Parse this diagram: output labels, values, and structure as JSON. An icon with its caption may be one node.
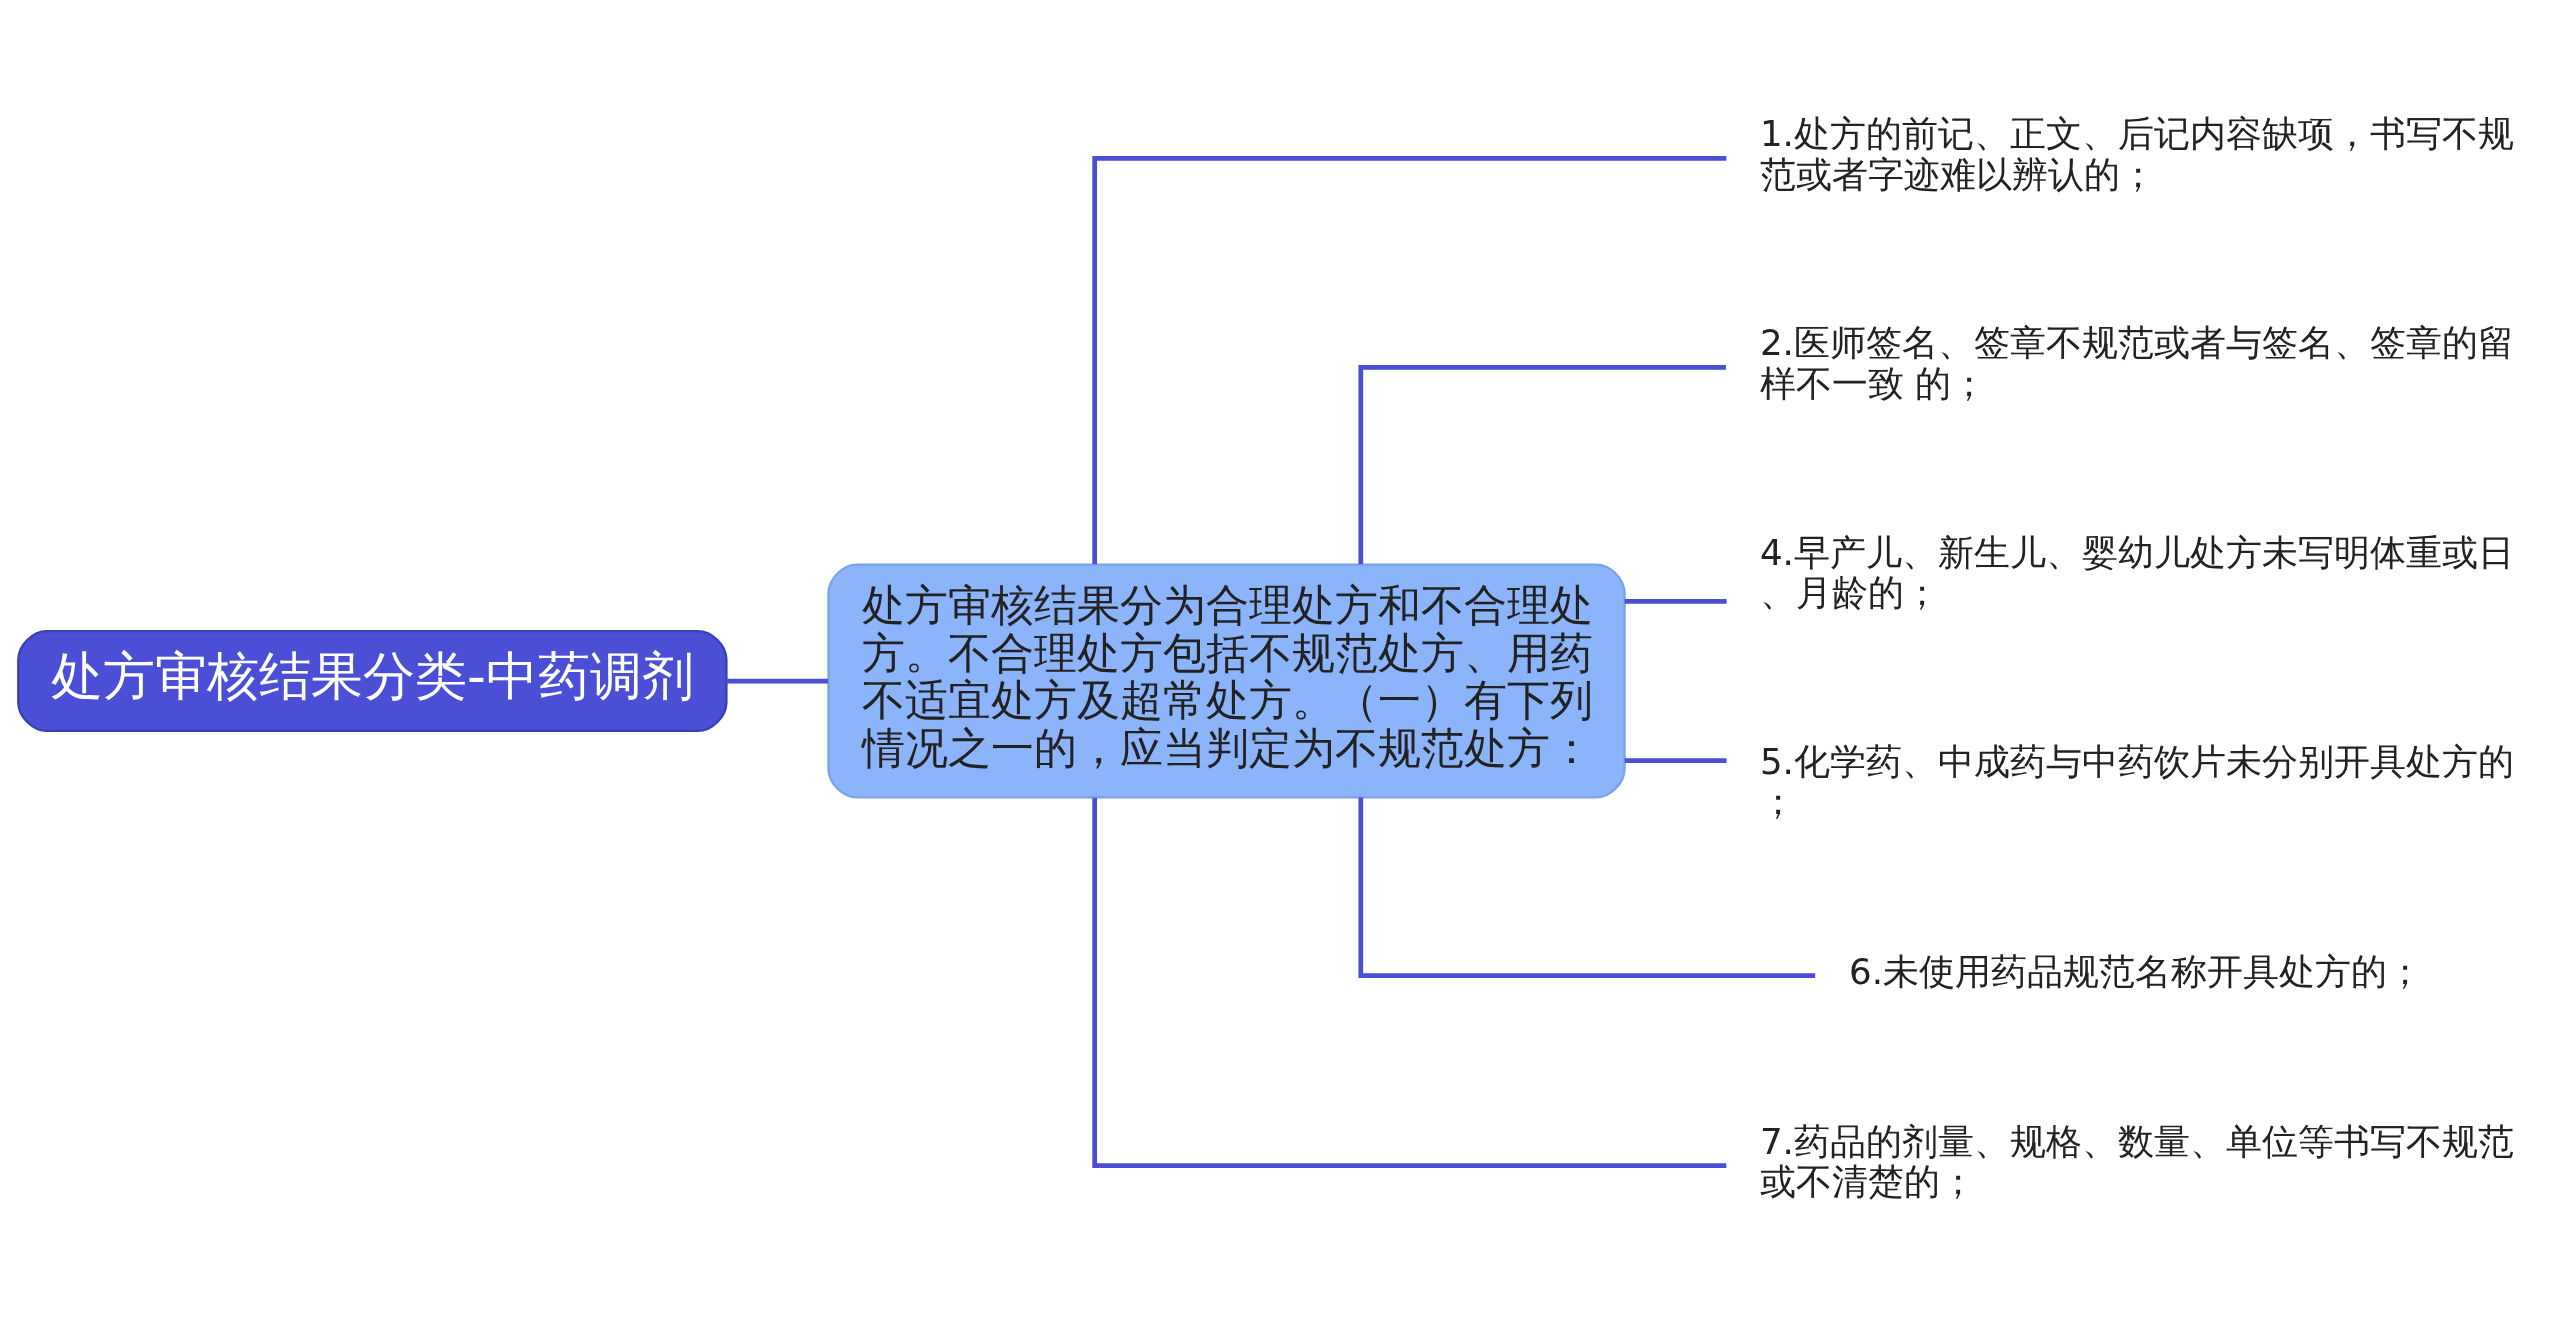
{
  "diagram": {
    "nodes": [
      {
        "text": [
          "处方审核结果分类-中药调剂"
        ]
      },
      {
        "text": [
          "处方审核结果分为合理处方和不合理处方。不合理处方包括不规范处方、用药不适宜处方及超常处方。（一）有下列情况之一的，应当判定为不规范处方："
        ]
      },
      {
        "text": [
          "1.处方的前记、正文、后记内容缺项，书写不规范或者字迹难以辨认的；"
        ]
      },
      {
        "text": [
          "2.医师签名、签章不规范或者与签名、签章的留样不一致 的；"
        ]
      },
      {
        "text": [
          "4.早产儿、新生儿、婴幼儿处方未写明体重或日、月龄的；"
        ]
      },
      {
        "text": [
          "5.化学药、中成药与中药饮片未分别开具处方的；"
        ]
      },
      {
        "text": [
          "6.未使用药品规范名称开具处方的；"
        ]
      },
      {
        "text": [
          "7.药品的剂量、规格、数量、单位等书写不规范或不清楚的；"
        ]
      }
    ],
    "edges": [
      {
        "from": 0,
        "to": 1,
        "arrow": "none"
      },
      {
        "from": 1,
        "to": 2,
        "arrow": "none"
      },
      {
        "from": 1,
        "to": 3,
        "arrow": "none"
      },
      {
        "from": 1,
        "to": 4,
        "arrow": "none"
      },
      {
        "from": 1,
        "to": 5,
        "arrow": "none"
      },
      {
        "from": 1,
        "to": 6,
        "arrow": "none"
      },
      {
        "from": 1,
        "to": 7,
        "arrow": "none"
      }
    ]
  }
}
